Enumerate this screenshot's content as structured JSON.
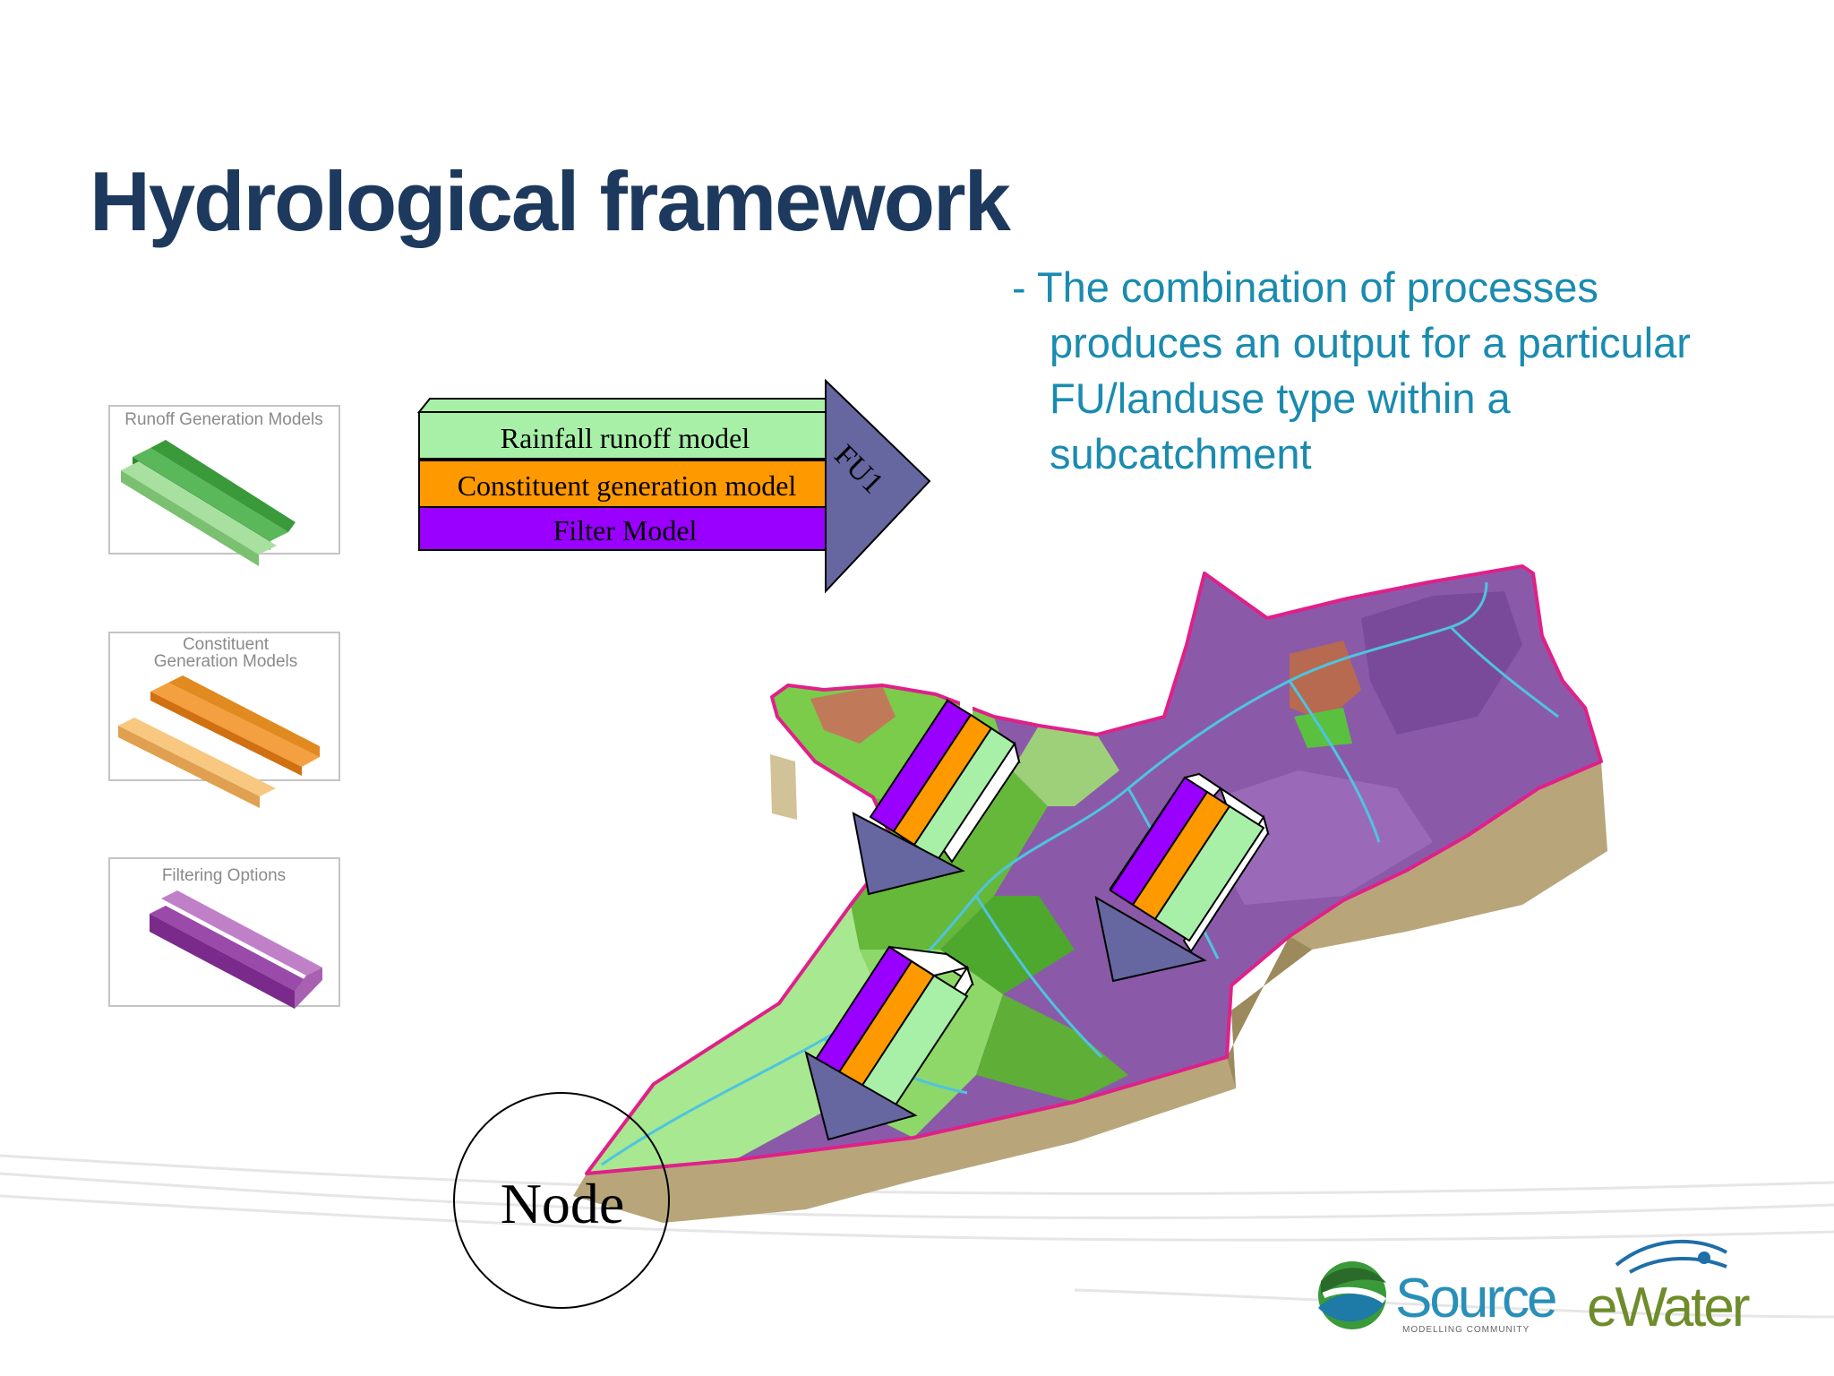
{
  "title": "Hydrological framework",
  "bullet": {
    "lines": [
      "- The combination of processes",
      "produces an output for a particular",
      "FU/landuse type within a",
      "subcatchment"
    ]
  },
  "palette": {
    "runoff_label": "Runoff Generation Models",
    "constituent_label_line1": "Constituent",
    "constituent_label_line2": "Generation Models",
    "filtering_label": "Filtering Options"
  },
  "fu_arrow": {
    "band1": "Rainfall runoff model",
    "band2": "Constituent generation model",
    "band3": "Filter Model",
    "head_label": "FU1"
  },
  "node_label": "Node",
  "logos": {
    "source_text": "Source",
    "source_sub": "MODELLING COMMUNITY",
    "ewater_text": "eWater"
  },
  "colors": {
    "title": "#1d3a5e",
    "bullet": "#1a8bb0",
    "rainfall_band": "#a8f0a8",
    "constituent_band": "#ff9900",
    "filter_band": "#9900ff",
    "arrow_head": "#6666a0",
    "catchment_boundary": "#e0208a"
  }
}
